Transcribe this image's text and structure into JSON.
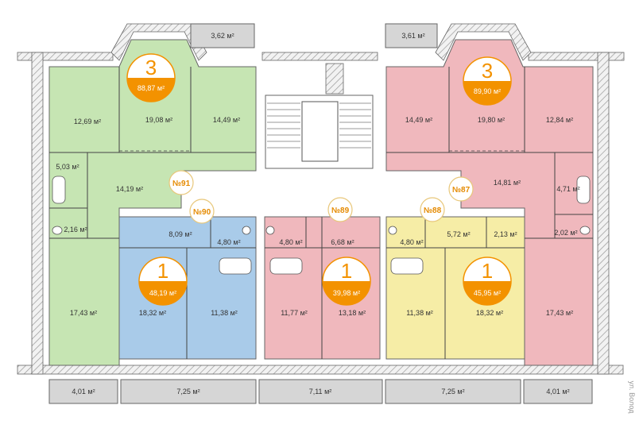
{
  "colors": {
    "green": "#c6e5b3",
    "pink": "#f0b8bd",
    "blue": "#a9cbe9",
    "yellow": "#f6eda6",
    "badge": "#f39200",
    "balcony": "#d6d6d6",
    "apt_number": "#e58a00"
  },
  "apartments": [
    {
      "id": "a91",
      "number": "№91",
      "rooms": "3",
      "area": "88,87 м²"
    },
    {
      "id": "a90",
      "number": "№90",
      "rooms": "1",
      "area": "48,19 м²"
    },
    {
      "id": "a89",
      "number": "№89",
      "rooms": "1",
      "area": "39,98 м²"
    },
    {
      "id": "a88",
      "number": "№88",
      "rooms": "1",
      "area": "45,95 м²"
    },
    {
      "id": "a87",
      "number": "№87",
      "rooms": "3",
      "area": "89,90 м²"
    }
  ],
  "rooms": {
    "g1": "12,69 м²",
    "g2": "19,08 м²",
    "g3": "14,49 м²",
    "g4": "5,03 м²",
    "g5": "14,19 м²",
    "g6": "2,16 м²",
    "g7": "17,43 м²",
    "b1": "8,09 м²",
    "b2": "4,80 м²",
    "b3": "18,32 м²",
    "b4": "11,38 м²",
    "p1": "4,80 м²",
    "p2": "6,68 м²",
    "p3": "11,77 м²",
    "p4": "13,18 м²",
    "y1": "4,80 м²",
    "y2": "5,72 м²",
    "y3": "11,38 м²",
    "y4": "18,32 м²",
    "r1": "14,49 м²",
    "r2": "19,80 м²",
    "r3": "12,84 м²",
    "r4": "14,81 м²",
    "r5": "4,71 м²",
    "r6": "2,13 м²",
    "r7": "2,02 м²",
    "r8": "17,43 м²"
  },
  "balconies": {
    "top_left": "3,62 м²",
    "top_right": "3,61 м²",
    "bottom_1": "4,01 м²",
    "bottom_2": "7,25 м²",
    "bottom_3": "7,11 м²",
    "bottom_4": "7,25 м²",
    "bottom_5": "4,01 м²"
  },
  "street_label": "ул. Волод"
}
